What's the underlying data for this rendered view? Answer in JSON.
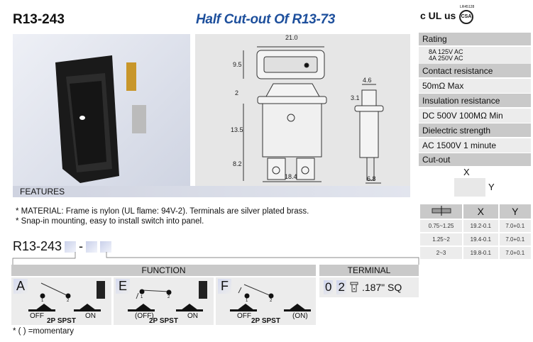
{
  "header": {
    "model": "R13-243",
    "subtitle": "Half Cut-out Of R13-73"
  },
  "drawing": {
    "dims": [
      "21.0",
      "9.5",
      "2",
      "13.5",
      "8.2",
      "18.4",
      "4.6",
      "3.1",
      "6.8"
    ]
  },
  "certifications": {
    "ul": "c UL us",
    "csa": "CSA",
    "ul_file": "LR45128"
  },
  "specs": [
    {
      "label": "Rating",
      "values": [
        "8A 125V AC",
        "4A 250V AC"
      ]
    },
    {
      "label": "Contact resistance",
      "values": [
        "50mΩ Max"
      ]
    },
    {
      "label": "Insulation resistance",
      "values": [
        "DC 500V 100MΩ Min"
      ]
    },
    {
      "label": "Dielectric strength",
      "values": [
        "AC 1500V 1 minute"
      ]
    },
    {
      "label": "Cut-out",
      "values": []
    }
  ],
  "cutout": {
    "x_label": "X",
    "y_label": "Y",
    "table": {
      "headers": [
        "X",
        "Y"
      ],
      "rows": [
        [
          "0.75~1.25",
          "19.2-0.1",
          "7.0+0.1"
        ],
        [
          "1.25~2",
          "19.4-0.1",
          "7.0+0.1"
        ],
        [
          "2~3",
          "19.8-0.1",
          "7.0+0.1"
        ]
      ]
    }
  },
  "features": {
    "title": "FEATURES",
    "items": [
      "* MATERIAL: Frame is nylon (UL flame: 94V-2). Terminals are silver plated brass.",
      "* Snap-in mounting, easy to install switch into panel."
    ]
  },
  "part_number": {
    "prefix": "R13-243",
    "sep": "-"
  },
  "function": {
    "title": "FUNCTION",
    "options": [
      {
        "letter": "A",
        "left": "OFF",
        "right": "ON",
        "type": "2P SPST"
      },
      {
        "letter": "E",
        "left": "(OFF)",
        "right": "ON",
        "type": "2P SPST"
      },
      {
        "letter": "F",
        "left": "OFF",
        "right": "(ON)",
        "type": "2P SPST"
      }
    ],
    "pin1": "1",
    "pin2": "2"
  },
  "terminal": {
    "title": "TERMINAL",
    "code1": "0",
    "code2": "2",
    "desc": ".187\" SQ"
  },
  "note": "* (  ) =momentary"
}
